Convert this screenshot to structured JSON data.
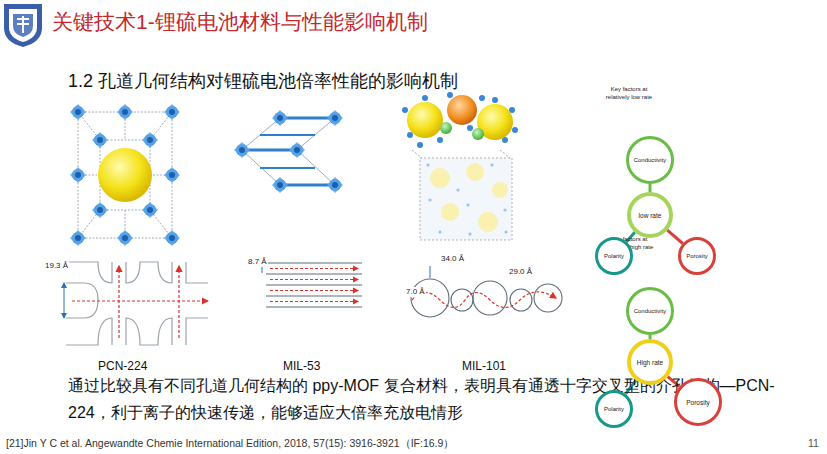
{
  "diagram": {
    "title": "关键技术1-锂硫电池材料与性能影响机制",
    "caption": "通过比较具有不同孔道几何结构的 ppy-MOF 复合材料，表明具有通透十字交叉型的介孔结构—PCN-224，利于离子的快速传递，能够适应大倍率充放电情形",
    "nodes": [
      {
        "text": [
          "Conductivity"
        ]
      },
      {
        "text": [
          "low rate"
        ]
      },
      {
        "text": [
          "Polarity"
        ]
      },
      {
        "text": [
          "Porosity"
        ]
      },
      {
        "text": [
          "Conductivity"
        ]
      },
      {
        "text": [
          "High rate"
        ]
      },
      {
        "text": [
          "Polarity"
        ]
      },
      {
        "text": [
          "Porosity"
        ]
      }
    ],
    "edges": [
      {
        "from": 1,
        "to": 0,
        "arrow": "none"
      },
      {
        "from": 1,
        "to": 2,
        "arrow": "none"
      },
      {
        "from": 1,
        "to": 3,
        "arrow": "none"
      },
      {
        "from": 5,
        "to": 4,
        "arrow": "none"
      },
      {
        "from": 5,
        "to": 6,
        "arrow": "none"
      },
      {
        "from": 5,
        "to": 7,
        "arrow": "none"
      }
    ],
    "labels": [
      "1.2 孔道几何结构对锂硫电池倍率性能的影响机制",
      "19.3 Å",
      "8.7 Å",
      "34.0 Å",
      "29.0 Å",
      "7.0 Å",
      "PCN-224",
      "MIL-53",
      "MIL-101",
      "Key factors at relatively low rate",
      "Key factors at relatively high rate",
      "[21]Jin Y C et al. Angewandte Chemie International Edition, 2018, 57(15): 3916-3921（IF:16.9）",
      "11"
    ]
  }
}
